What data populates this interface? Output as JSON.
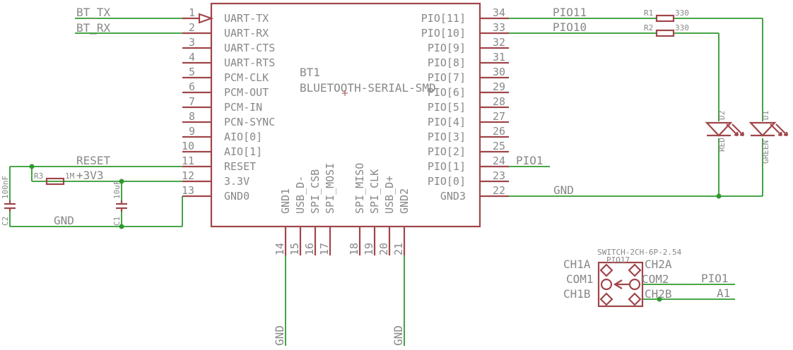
{
  "chip": {
    "name": "BT1",
    "value": "BLUETOOTH-SERIAL-SMD",
    "left_pins": [
      {
        "num": "1",
        "label": "UART-TX"
      },
      {
        "num": "2",
        "label": "UART-RX"
      },
      {
        "num": "3",
        "label": "UART-CTS"
      },
      {
        "num": "4",
        "label": "UART-RTS"
      },
      {
        "num": "5",
        "label": "PCM-CLK"
      },
      {
        "num": "6",
        "label": "PCM-OUT"
      },
      {
        "num": "7",
        "label": "PCM-IN"
      },
      {
        "num": "8",
        "label": "PCN-SYNC"
      },
      {
        "num": "9",
        "label": "AIO[0]"
      },
      {
        "num": "10",
        "label": "AIO[1]"
      },
      {
        "num": "11",
        "label": "RESET"
      },
      {
        "num": "12",
        "label": "3.3V"
      },
      {
        "num": "13",
        "label": "GND0"
      }
    ],
    "right_pins": [
      {
        "num": "34",
        "label": "PIO[11]"
      },
      {
        "num": "33",
        "label": "PIO[10]"
      },
      {
        "num": "32",
        "label": "PIO[9]"
      },
      {
        "num": "31",
        "label": "PIO[8]"
      },
      {
        "num": "30",
        "label": "PIO[7]"
      },
      {
        "num": "29",
        "label": "PIO[6]"
      },
      {
        "num": "28",
        "label": "PIO[5]"
      },
      {
        "num": "27",
        "label": "PIO[4]"
      },
      {
        "num": "26",
        "label": "PIO[3]"
      },
      {
        "num": "25",
        "label": "PIO[2]"
      },
      {
        "num": "24",
        "label": "PIO[1]"
      },
      {
        "num": "23",
        "label": "PIO[0]"
      },
      {
        "num": "22",
        "label": "GND3"
      }
    ],
    "bottom_pins": [
      {
        "num": "14",
        "label": "GND1"
      },
      {
        "num": "15",
        "label": "USB_D-"
      },
      {
        "num": "16",
        "label": "SPI_CSB"
      },
      {
        "num": "17",
        "label": "SPI_MOSI"
      },
      {
        "num": "18",
        "label": "SPI_MISO"
      },
      {
        "num": "19",
        "label": "SPI_CLK"
      },
      {
        "num": "20",
        "label": "USB_D+"
      },
      {
        "num": "21",
        "label": "GND2"
      }
    ]
  },
  "nets": {
    "bt_tx": "BT_TX",
    "bt_rx": "BT_RX",
    "reset": "RESET",
    "v33": "+3V3",
    "gnd_left": "GND",
    "gnd_right": "GND",
    "gnd_bottom_1": "GND",
    "gnd_bottom_2": "GND",
    "pio1": "PIO1",
    "pio10": "PIO10",
    "pio11": "PIO11",
    "switch_pio1": "PIO1",
    "switch_a1": "A1"
  },
  "components": {
    "r1_name": "R1",
    "r1_value": "330",
    "r2_name": "R2",
    "r2_value": "330",
    "r3_name": "R3",
    "r3_value": "1M",
    "c1_name": "C1",
    "c1_value": "10uF",
    "c2_name": "C2",
    "c2_value": "100nF",
    "d1_name": "D1",
    "d1_value": "GREEN",
    "d2_name": "D2",
    "d2_value": "RED"
  },
  "switch": {
    "title": "SWITCH-2CH-6P-2.54",
    "ref": "PIO17",
    "ch1a": "CH1A",
    "com1": "COM1",
    "ch1b": "CH1B",
    "ch2a": "CH2A",
    "com2": "COM2",
    "ch2b": "CH2B"
  }
}
